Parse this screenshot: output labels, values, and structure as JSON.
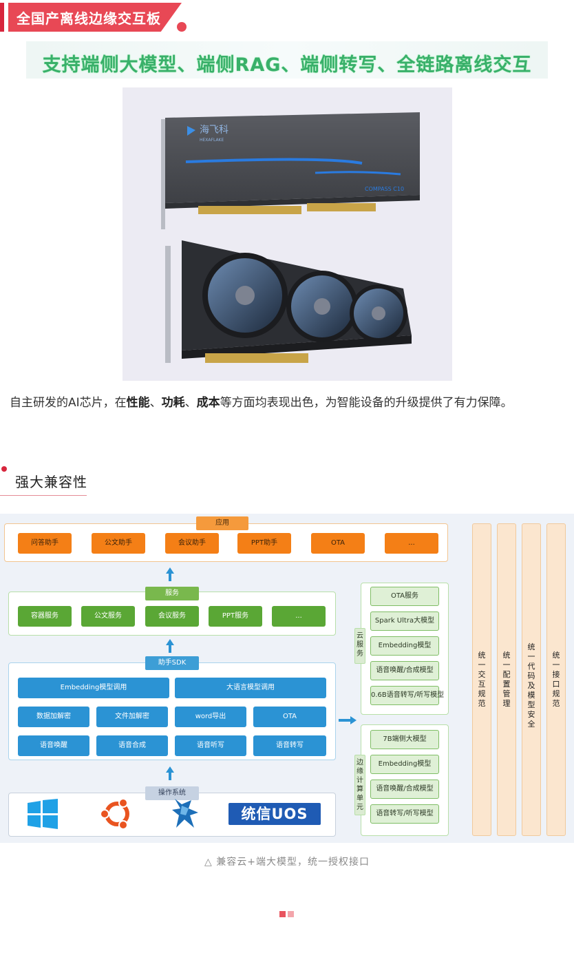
{
  "banner": {
    "title": "全国产离线边缘交互板"
  },
  "headline": "支持端侧大模型、端侧RAG、端侧转写、全链路离线交互",
  "product": {
    "brand_cn": "海飞科",
    "brand_en": "HEXAFLAKE",
    "model_text": "COMPASS C10"
  },
  "paragraph": {
    "p1": "自主研发的AI芯片，在",
    "k1": "性能",
    "s1": "、",
    "k2": "功耗",
    "s2": "、",
    "k3": "成本",
    "p2": "等方面均表现出色，为智能设备的升级提供了有力保障。"
  },
  "section": {
    "title": "强大兼容性"
  },
  "diagram": {
    "app": {
      "label": "应用",
      "items": [
        "问答助手",
        "公文助手",
        "会议助手",
        "PPT助手",
        "OTA",
        "..."
      ]
    },
    "service": {
      "label": "服务",
      "items": [
        "容器服务",
        "公文服务",
        "会议服务",
        "PPT服务",
        "..."
      ]
    },
    "sdk": {
      "label": "助手SDK",
      "row1": [
        "Embedding模型调用",
        "大语言模型调用"
      ],
      "row2": [
        "数据加解密",
        "文件加解密",
        "word导出",
        "OTA"
      ],
      "row3": [
        "语音唤醒",
        "语音合成",
        "语音听写",
        "语音转写"
      ]
    },
    "os": {
      "label": "操作系统",
      "uos_text": "统信UOS"
    },
    "cloud": {
      "label_chars": [
        "云",
        "服",
        "务"
      ],
      "items": [
        "OTA服务",
        "Spark Ultra大模型",
        "Embedding模型",
        "语音唤醒/合成模型",
        "0.6B语音转写/听写模型"
      ]
    },
    "edge": {
      "label_chars": [
        "边",
        "缘",
        "计",
        "算",
        "单",
        "元"
      ],
      "items": [
        "7B端侧大模型",
        "Embedding模型",
        "语音唤醒/合成模型",
        "语音转写/听写模型"
      ]
    },
    "pillars": [
      {
        "chars": [
          "统",
          "一",
          "交",
          "互",
          "规",
          "范"
        ]
      },
      {
        "chars": [
          "统",
          "一",
          "配",
          "置",
          "管",
          "理"
        ]
      },
      {
        "chars": [
          "统",
          "一",
          "代",
          "码",
          "及",
          "模",
          "型",
          "安",
          "全"
        ]
      },
      {
        "chars": [
          "统",
          "一",
          "接",
          "口",
          "规",
          "范"
        ]
      }
    ]
  },
  "caption": "△ 兼容云+端大模型，统一授权接口",
  "colors": {
    "accent_red": "#e84855",
    "headline_green": "#39b06a",
    "diagram_blue": "#2b93d4",
    "diagram_green": "#5aa735",
    "diagram_orange": "#f47f16"
  }
}
